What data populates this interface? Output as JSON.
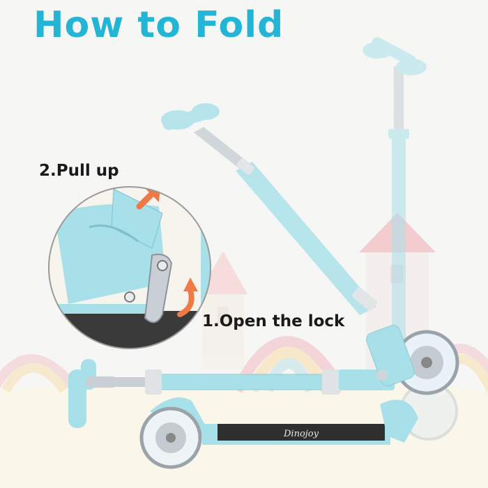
{
  "title": "How to Fold",
  "steps": [
    {
      "label": "2.Pull up"
    },
    {
      "label": "1.Open the lock"
    }
  ],
  "deck_logo": "Dinojoy",
  "colors": {
    "title": "#22b5d6",
    "scooter_body": "#a8e0ea",
    "arrow": "#ef7a45",
    "label_text": "#1a1a1a",
    "deck": "#2f2f2f"
  },
  "icons": [
    "arrow-up-right-icon",
    "arrow-curved-icon"
  ]
}
